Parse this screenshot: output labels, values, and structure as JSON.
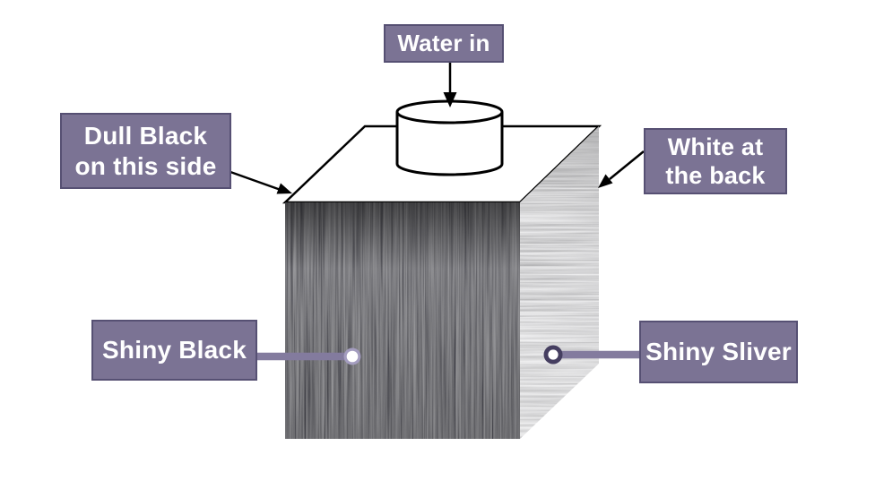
{
  "labels": {
    "water_in": {
      "text": "Water in"
    },
    "dull_black": {
      "line1": "Dull Black",
      "line2": "on this side"
    },
    "white_at_back": {
      "line1": "White at",
      "line2": "the back"
    },
    "shiny_black": {
      "text": "Shiny Black"
    },
    "shiny_sliver": {
      "text": "Shiny Sliver"
    }
  },
  "colors": {
    "background": "#ffffff",
    "label_bg": "#7b7394",
    "label_border": "#565073",
    "label_text": "#ffffff",
    "connector": "#837b9e",
    "dot_ring_dark": "#453e60",
    "dot_ring_light": "#a49dbf",
    "dot_fill": "#ffffff",
    "outline": "#000000"
  }
}
